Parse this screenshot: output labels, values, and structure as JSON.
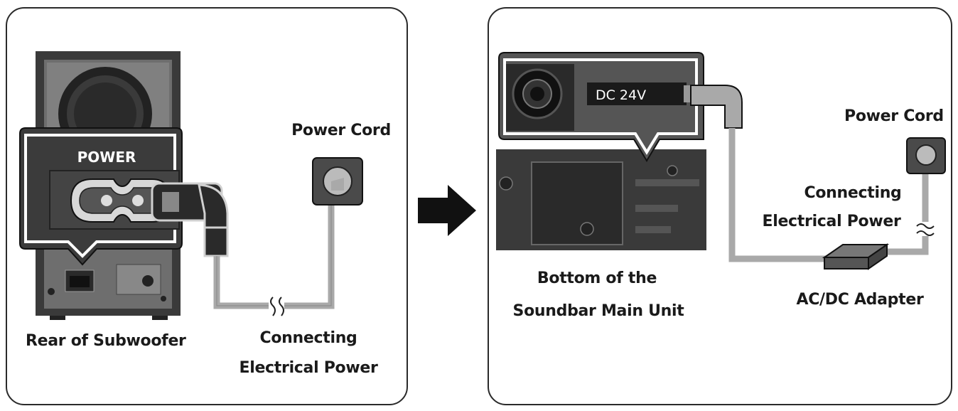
{
  "left_panel": {
    "power_tag": "POWER",
    "power_cord": "Power Cord",
    "connecting_line1": "Connecting",
    "connecting_line2": "Electrical Power",
    "rear_label": "Rear of Subwoofer"
  },
  "right_panel": {
    "dc_label": "DC 24V",
    "power_cord": "Power Cord",
    "connecting_line1": "Connecting",
    "connecting_line2": "Electrical Power",
    "bottom_line1": "Bottom of the",
    "bottom_line2": "Soundbar Main Unit",
    "adapter_label": "AC/DC Adapter"
  },
  "colors": {
    "dark": "#2b2b2b",
    "mid": "#555555",
    "cable": "#a9a9a9",
    "outline": "#1a1a1a"
  }
}
